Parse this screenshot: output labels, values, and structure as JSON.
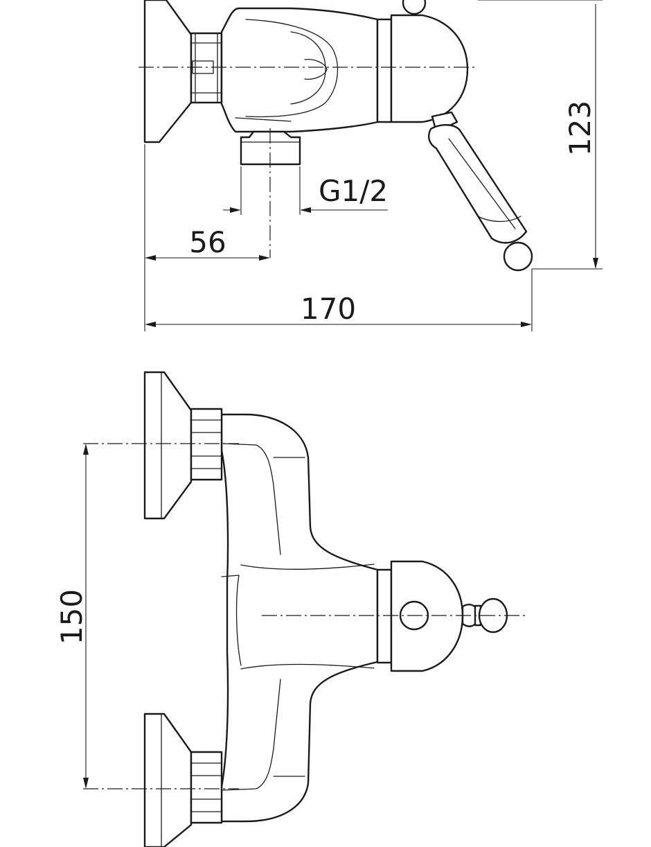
{
  "diagram": {
    "colors": {
      "line": "#1a1a1a",
      "background": "#ffffff"
    },
    "side_view": {
      "dimensions": {
        "height_label": "123",
        "thread_label": "G1/2",
        "offset_label": "56",
        "depth_label": "170"
      }
    },
    "front_view": {
      "dimensions": {
        "spacing_label": "150"
      }
    }
  }
}
